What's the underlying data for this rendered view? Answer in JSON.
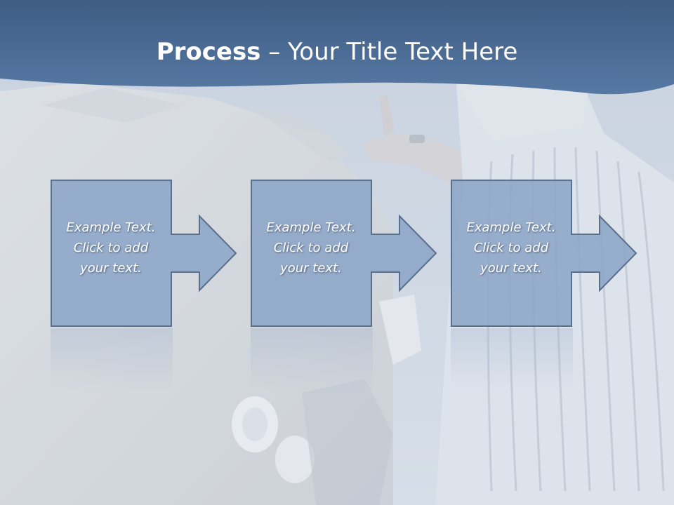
{
  "slide": {
    "title_bold": "Process",
    "title_rest": " – Your Title Text Here"
  },
  "colors": {
    "header_band": "#4a6a92",
    "step_fill": "#8ea6c8",
    "step_stroke": "#5a6f8c",
    "text": "#ffffff"
  },
  "steps": [
    {
      "text": "Example Text.\nClick  to add\nyour text."
    },
    {
      "text": "Example Text.\nClick  to add\nyour text."
    },
    {
      "text": "Example Text.\nClick  to add\nyour text."
    }
  ]
}
